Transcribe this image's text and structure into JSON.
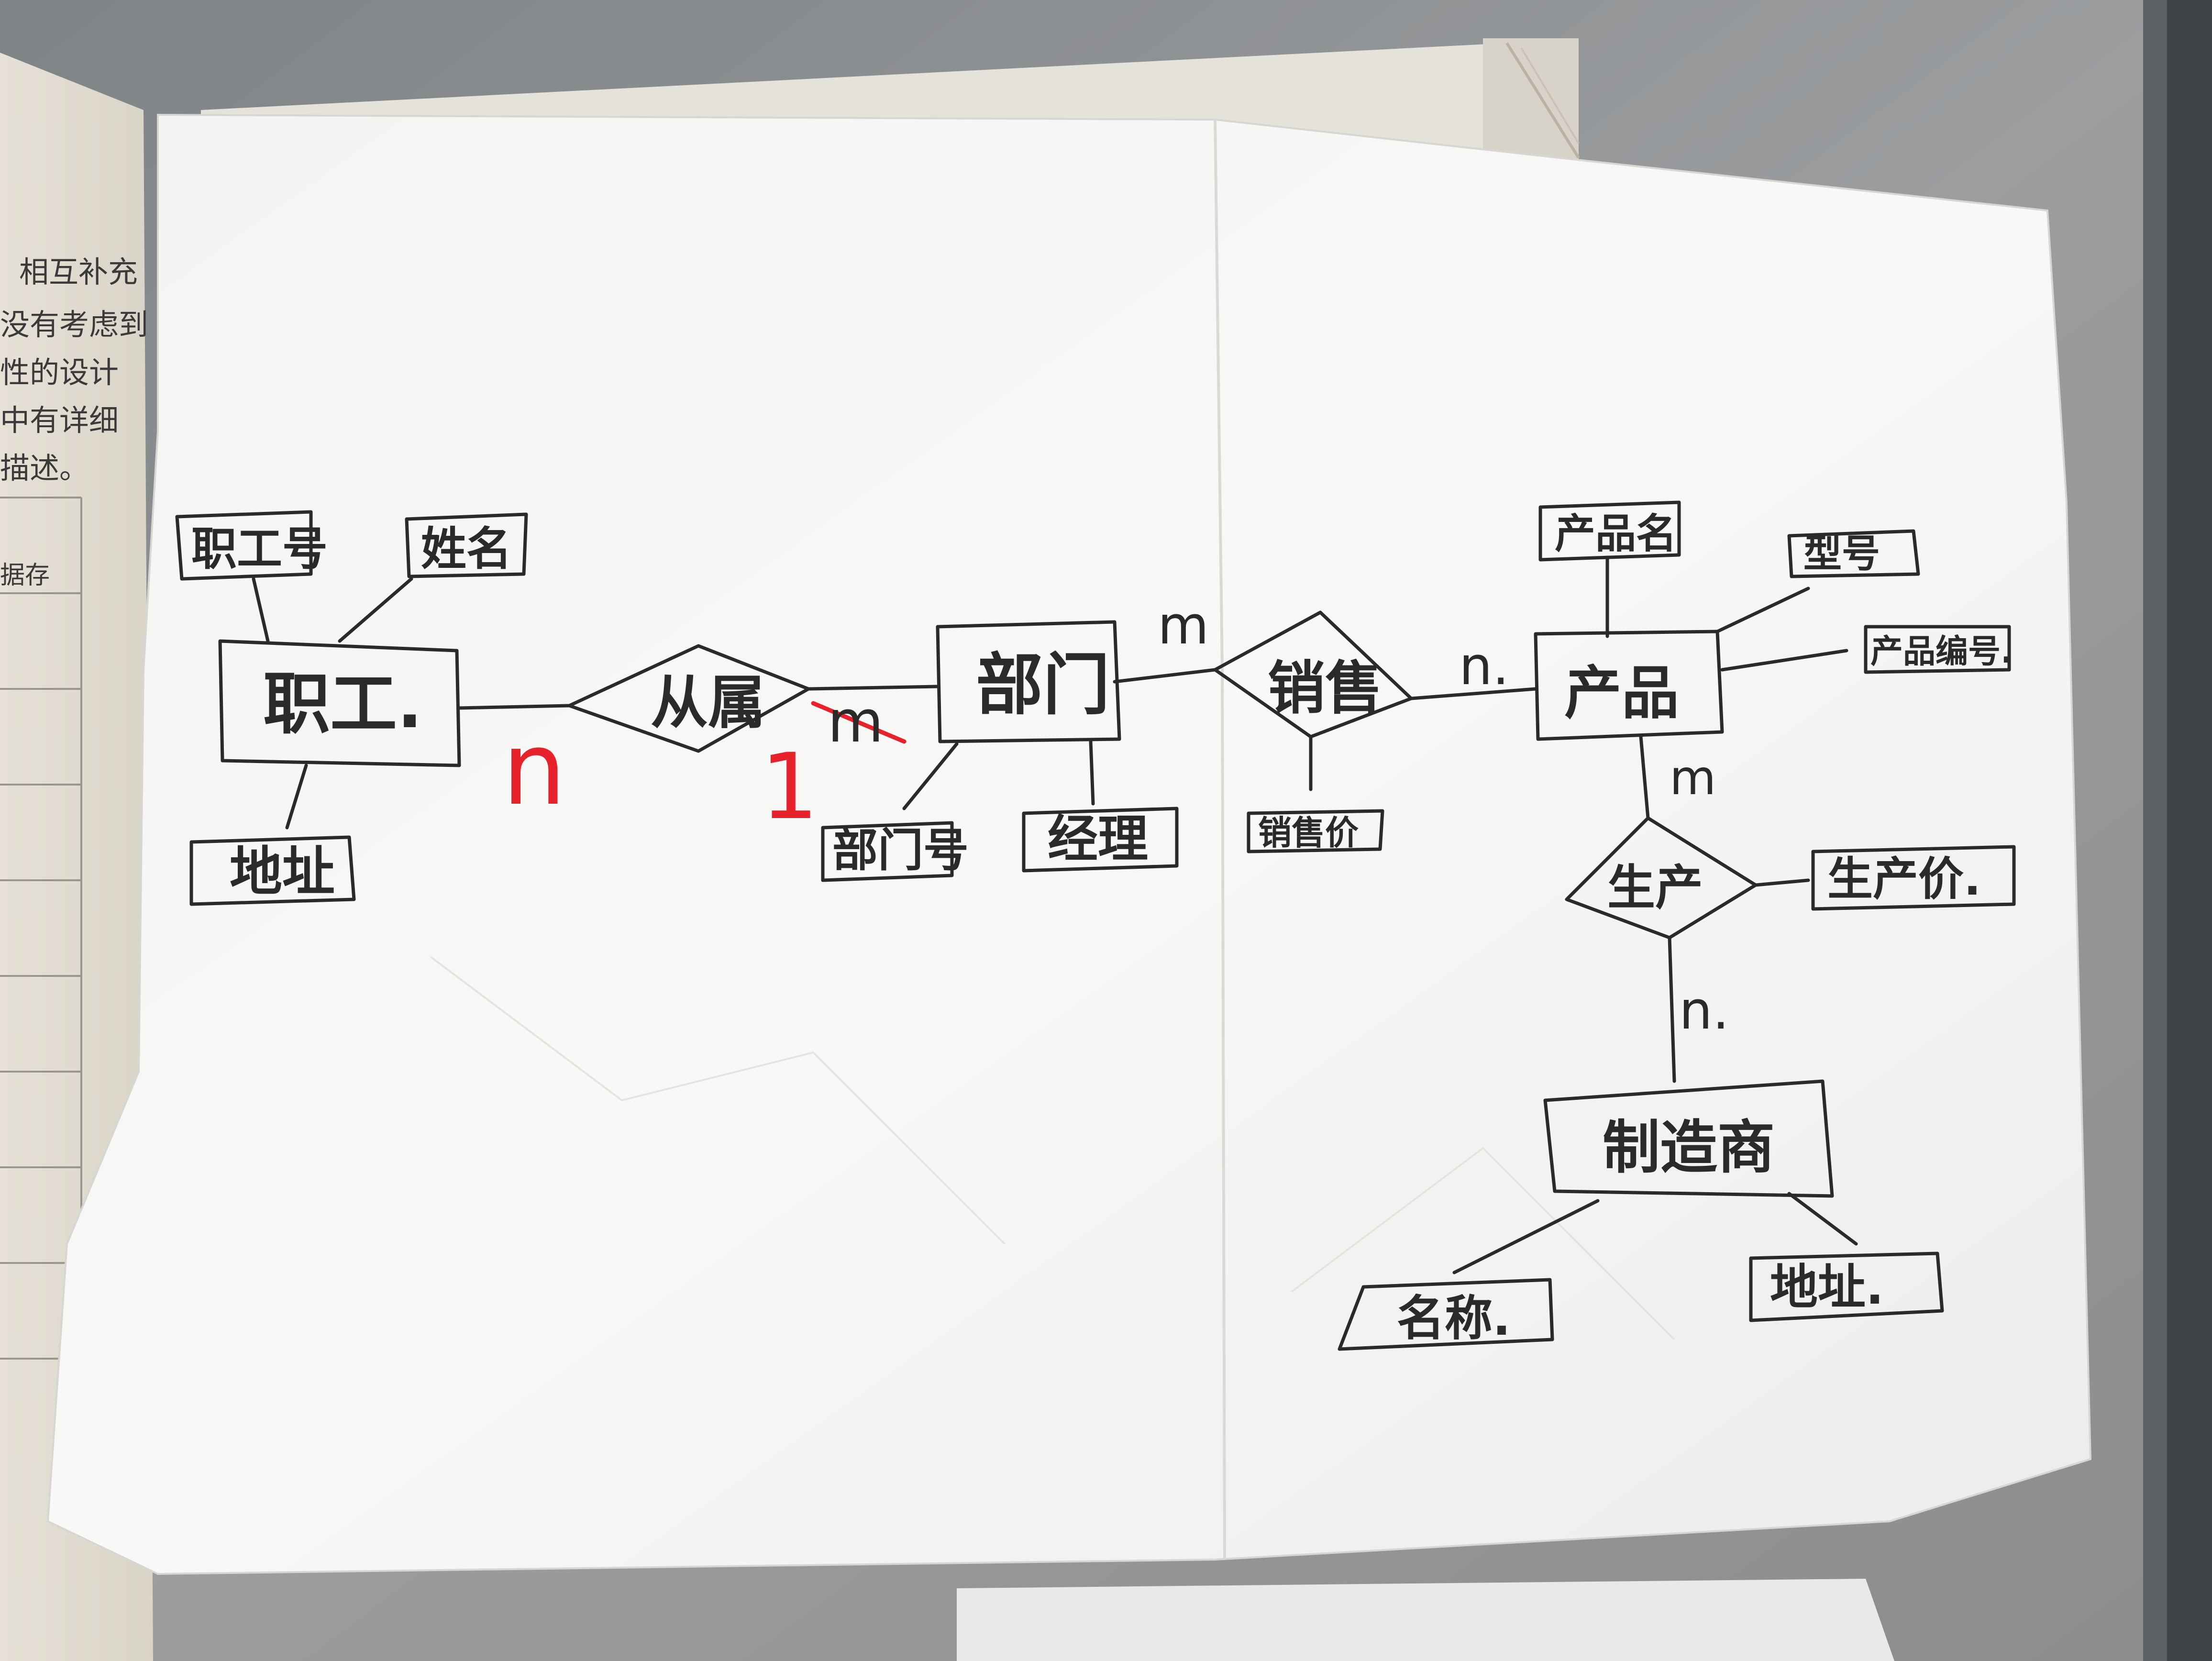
{
  "book": {
    "lines": [
      "相互补充",
      "没有考虑到",
      "性的设计",
      "中有详细",
      "描述。"
    ],
    "cell": "据存"
  },
  "diagram": {
    "entities": {
      "employee": "职工.",
      "department": "部门",
      "product": "产品",
      "manufacturer": "制造商"
    },
    "relationships": {
      "belongs": "从属",
      "sells": "销售",
      "produces": "生产"
    },
    "attributes": {
      "employee_id": "职工号",
      "employee_name": "姓名",
      "employee_address": "地址",
      "dept_id": "部门号",
      "dept_manager": "经理",
      "sale_price": "销售价",
      "product_name": "产品名",
      "product_model": "型号",
      "product_id": "产品编号.",
      "production_price": "生产价.",
      "manufacturer_name": "名称.",
      "manufacturer_address": "地址."
    },
    "cardinalities": {
      "employee_side": "n",
      "department_side": "1",
      "department_side_crossed": "m",
      "sells_dept": "m",
      "sells_product": "n.",
      "produces_product": "m",
      "produces_manufacturer": "n."
    }
  },
  "colors": {
    "ink": "#2a2a2a",
    "red_ink": "#e8222b",
    "paper": "#f6f6f4"
  }
}
